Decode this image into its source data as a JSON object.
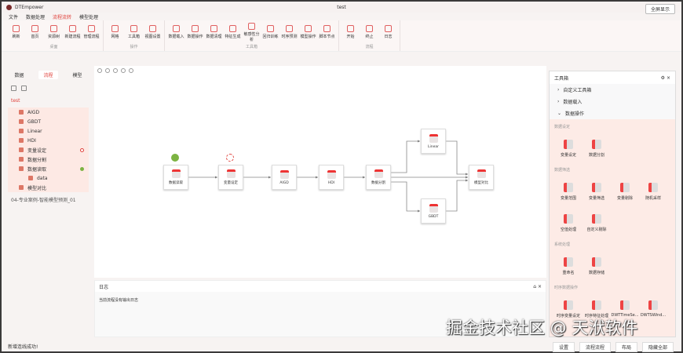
{
  "app": {
    "name": "DTEmpower",
    "doc_title": "test",
    "fullscreen": "全屏显示"
  },
  "menu": [
    {
      "label": "文件"
    },
    {
      "label": "数据处理"
    },
    {
      "label": "流程流转",
      "active": true
    },
    {
      "label": "模型处理"
    }
  ],
  "ribbon": [
    {
      "label": "桌面",
      "items": [
        "刷新",
        "首页",
        "资源树",
        "新建流程",
        "管理流程"
      ]
    },
    {
      "label": "操作",
      "items": [
        "网格",
        "工具箱",
        "视图设置"
      ]
    },
    {
      "label": "工具箱",
      "items": [
        "数据载入",
        "数据操作",
        "数据清理",
        "特征生成",
        "敏感性分析",
        "回归训练",
        "时序预测",
        "模型操作",
        "脚本节点"
      ]
    },
    {
      "label": "流程",
      "items": [
        "开始",
        "终止",
        "日志"
      ]
    }
  ],
  "left": {
    "tabs": [
      "数据",
      "流程",
      "模型"
    ],
    "active_tab": 1,
    "root": "test",
    "tree": [
      {
        "label": "AIGD"
      },
      {
        "label": "GBDT"
      },
      {
        "label": "Linear"
      },
      {
        "label": "HDI"
      },
      {
        "label": "变量设定",
        "status": "running"
      },
      {
        "label": "数据分割"
      },
      {
        "label": "数据读取",
        "status": "success"
      },
      {
        "label": "data",
        "sub": true
      },
      {
        "label": "模型对比"
      }
    ],
    "project": "04-专业案例-智能模型预测_01"
  },
  "flow": {
    "nodes": [
      "数据读取",
      "变量设定",
      "AIGD",
      "HDI",
      "数据分割",
      "Linear",
      "GBDT",
      "模型对比"
    ]
  },
  "log": {
    "title": "日志",
    "message": "当前流程没有输出日志"
  },
  "toolbox": {
    "title": "工具箱",
    "categories": [
      "自定义工具箱",
      "数据载入",
      "数据操作"
    ],
    "sections": [
      {
        "label": "数据设定",
        "tools": [
          "变量设定",
          "数据分割"
        ]
      },
      {
        "label": "数据筛选",
        "tools": [
          "变量范围",
          "变量筛选",
          "变量剔除",
          "随机采样",
          "空值处理",
          "自定义剔除"
        ]
      },
      {
        "label": "系统处理",
        "tools": [
          "重命名",
          "数据存储"
        ]
      },
      {
        "label": "时序数据操作",
        "tools": [
          "时序变量设定",
          "时序特征处理",
          "DWTTimeSe...",
          "DWTSWind..."
        ]
      }
    ]
  },
  "status": "新增连线成功!",
  "bottom_buttons": [
    "设置",
    "流程流程",
    "布局",
    "隐藏全部"
  ],
  "watermark": "掘金技术社区 @ 天洑软件",
  "colors": {
    "accent": "#e0403a",
    "success": "#7cb342",
    "panel": "#fdebe6"
  }
}
